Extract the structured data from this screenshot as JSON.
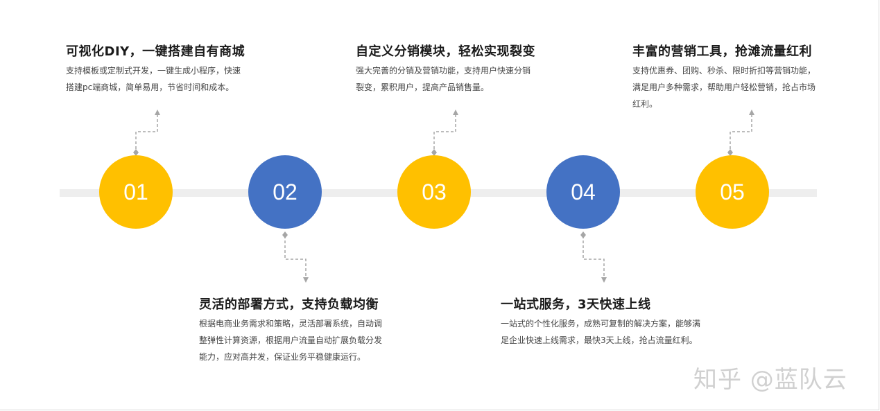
{
  "steps": [
    {
      "number": "01",
      "color": "yellow",
      "title": "可视化DIY，一键搭建自有商城",
      "lines": [
        "支持模板或定制式开发，一键生成小程序，快速",
        "搭建pc端商城，简单易用，节省时间和成本。"
      ]
    },
    {
      "number": "02",
      "color": "blue",
      "title": "灵活的部署方式，支持负载均衡",
      "lines": [
        "根据电商业务需求和策略，灵活部署系统，自动调",
        "整弹性计算资源，根据用户流量自动扩展负载分发",
        "能力，应对高并发，保证业务平稳健康运行。"
      ]
    },
    {
      "number": "03",
      "color": "yellow",
      "title": "自定义分销模块，轻松实现裂变",
      "lines": [
        "强大完善的分销及营销功能，支持用户快速分销",
        "裂变，累积用户，提高产品销售量。"
      ]
    },
    {
      "number": "04",
      "color": "blue",
      "title": "一站式服务，3天快速上线",
      "lines": [
        "一站式的个性化服务，成熟可复制的解决方案，能够满",
        "足企业快速上线需求，最快3天上线，抢占流量红利。"
      ]
    },
    {
      "number": "05",
      "color": "yellow",
      "title": "丰富的营销工具，抢滩流量红利",
      "lines": [
        "支持优惠券、团购、秒杀、限时折扣等营销功能，",
        "满足用户多种需求，帮助用户轻松营销，抢占市场",
        "红利。"
      ]
    }
  ],
  "watermark": "知乎 @蓝队云",
  "colors": {
    "yellow": "#ffc000",
    "blue": "#4472c4",
    "track": "#eeeeee",
    "connector": "#a6a6a6"
  }
}
